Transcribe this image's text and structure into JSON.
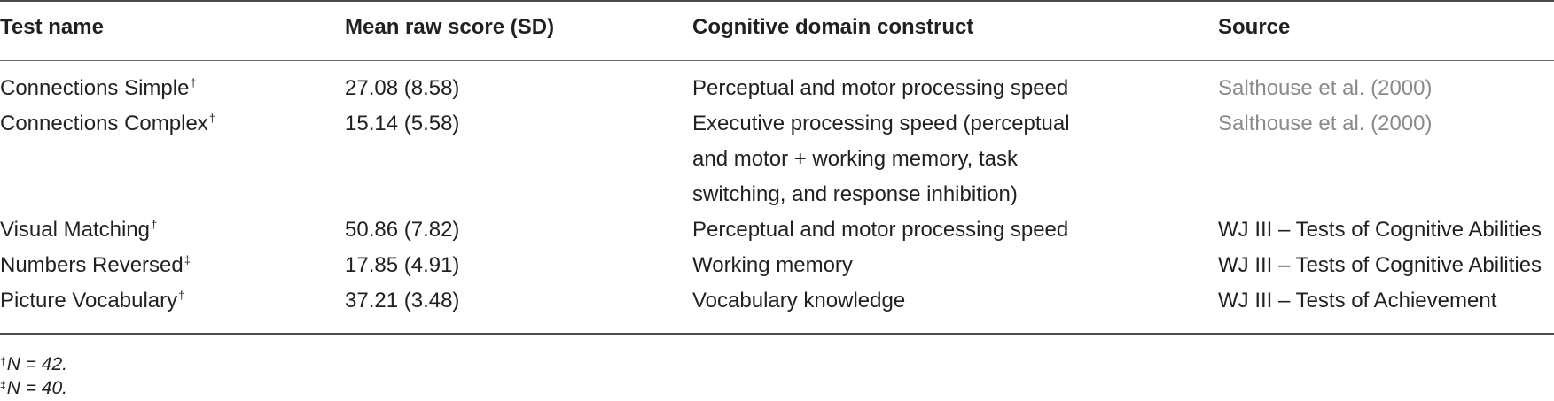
{
  "table": {
    "headers": [
      "Test name",
      "Mean raw score (SD)",
      "Cognitive domain construct",
      "Source"
    ],
    "rows": [
      {
        "test_name": "Connections Simple",
        "mark": "†",
        "mean_sd": "27.08 (8.58)",
        "construct": "Perceptual and motor processing speed",
        "source": "Salthouse et al. (2000)",
        "source_is_link": true
      },
      {
        "test_name": "Connections Complex",
        "mark": "†",
        "mean_sd": "15.14 (5.58)",
        "construct": "Executive processing speed (perceptual and motor + working memory, task switching, and response inhibition)",
        "source": "Salthouse et al. (2000)",
        "source_is_link": true
      },
      {
        "test_name": "Visual Matching",
        "mark": "†",
        "mean_sd": "50.86 (7.82)",
        "construct": "Perceptual and motor processing speed",
        "source": "WJ III – Tests of Cognitive Abilities",
        "source_is_link": false
      },
      {
        "test_name": "Numbers Reversed",
        "mark": "‡",
        "mean_sd": "17.85 (4.91)",
        "construct": "Working memory",
        "source": "WJ III – Tests of Cognitive Abilities",
        "source_is_link": false
      },
      {
        "test_name": "Picture Vocabulary",
        "mark": "†",
        "mean_sd": "37.21 (3.48)",
        "construct": "Vocabulary knowledge",
        "source": "WJ III – Tests of Achievement",
        "source_is_link": false
      }
    ],
    "footnotes": [
      {
        "mark": "†",
        "text": "N = 42."
      },
      {
        "mark": "‡",
        "text": "N = 40."
      }
    ]
  },
  "colors": {
    "text": "#231f20",
    "link_gray": "#8a8a8a",
    "rule": "#4a4a4a"
  }
}
